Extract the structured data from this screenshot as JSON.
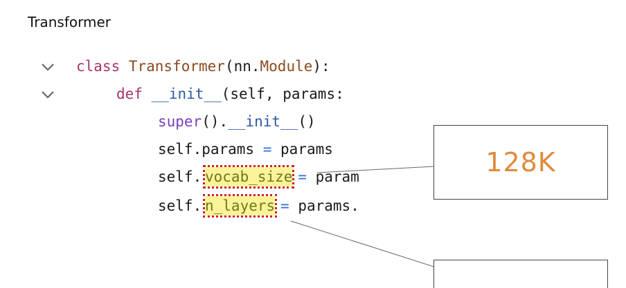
{
  "title": "Transformer",
  "code": {
    "line1": {
      "kw": "class ",
      "name": "Transformer",
      "open": "(nn.",
      "base": "Module",
      "close": "):"
    },
    "line2": {
      "kw": "def ",
      "name": "__init__",
      "rest": "(self, params:"
    },
    "line3": {
      "sup": "super",
      "mid": "().",
      "name": "__init__",
      "rest": "()"
    },
    "line4": {
      "lhs": "self.params ",
      "eq": "=",
      "rhs": " params"
    },
    "line5": {
      "lhs": "self.",
      "attr": "vocab_size",
      "gap": " ",
      "eq": "=",
      "rhs": " param"
    },
    "line6": {
      "lhs": "self.",
      "attr": "n_layers",
      "gap": " ",
      "eq": "=",
      "rhs": " params."
    }
  },
  "callouts": {
    "vocab": "128K",
    "layers": ""
  },
  "colors": {
    "keyword": "#a8326d",
    "class_name": "#8a4a1e",
    "function": "#2c5aa0",
    "highlight": "#fbf39a",
    "highlight_border": "#cc2222",
    "callout_text": "#e08a3c"
  },
  "icons": [
    "chevron-down-icon",
    "chevron-down-icon"
  ]
}
